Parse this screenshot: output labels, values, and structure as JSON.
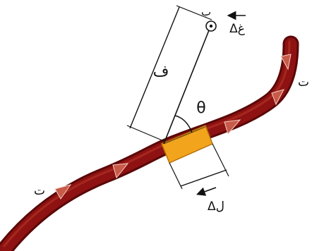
{
  "labels": {
    "point": "ب",
    "delta_b": "Δغ",
    "distance": "ف",
    "angle": "θ",
    "current_right": "ت",
    "current_left": "ت",
    "delta_l": "Δل"
  },
  "colors": {
    "wire_body": "#8e1212",
    "wire_edge": "#5a0707",
    "wire_highlight": "#b83a2a",
    "segment": "#f2a51c",
    "segment_edge": "#b8700a",
    "arrow_fill": "#c85a48",
    "arrow_stroke": "#f2d0c8",
    "line": "#111111",
    "background": "#ffffff"
  },
  "icons": {
    "point_marker": "dot-in-circle-icon",
    "direction_arrow": "left-arrow-icon"
  }
}
